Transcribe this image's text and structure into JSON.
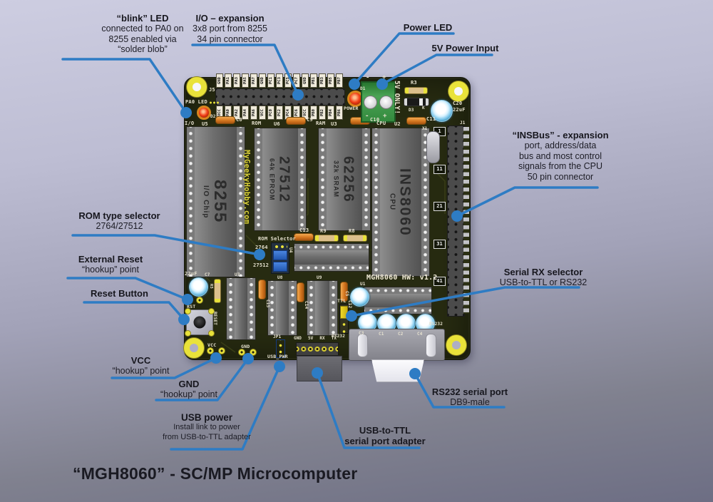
{
  "title": "“MGH8060” - SC/MP Microcomputer",
  "colors": {
    "leader_blue": "#2e7cc4",
    "board_green": "#272b11",
    "silk_yellow": "#ded43a"
  },
  "callouts": {
    "blink_led": {
      "l1": "“blink” LED",
      "l2": "connected to PA0 on",
      "l3": "8255 enabled via",
      "l4": "“solder blob”"
    },
    "io_expansion": {
      "l1": "I/O – expansion",
      "l2": "3x8 port from 8255",
      "l3": "34 pin connector"
    },
    "power_led": {
      "l1": "Power LED"
    },
    "power_input": {
      "l1": "5V Power Input"
    },
    "insbus": {
      "l1": "“INSBus” - expansion",
      "l2": "port, address/data",
      "l3": "bus and most control",
      "l4": "signals from the CPU",
      "l5": "50 pin connector"
    },
    "rom_selector": {
      "l1": "ROM type selector",
      "l2": "2764/27512"
    },
    "external_reset": {
      "l1": "External Reset",
      "l2": "“hookup” point"
    },
    "reset_button": {
      "l1": "Reset Button"
    },
    "serial_rx": {
      "l1": "Serial RX selector",
      "l2": "USB-to-TTL or RS232"
    },
    "vcc": {
      "l1": "VCC",
      "l2": "“hookup” point"
    },
    "gnd": {
      "l1": "GND",
      "l2": "“hookup” point"
    },
    "usb_power": {
      "l1": "USB power",
      "l2": "Install link to power",
      "l3": "from USB-to-TTL adapter"
    },
    "usb_ttl": {
      "l1": "USB-to-TTL",
      "l2": "serial port adapter"
    },
    "rs232_port": {
      "l1": "RS232 serial port",
      "l2": "DB9-male"
    }
  },
  "board": {
    "chips": [
      {
        "ref": "U5",
        "part": "8255",
        "desc": "I/O Chip"
      },
      {
        "ref": "U6",
        "part": "27512",
        "desc": "64k EPROM"
      },
      {
        "ref": "U3",
        "part": "62256",
        "desc": "32k SRAM"
      },
      {
        "ref": "U2",
        "part": "INS8060",
        "desc": "CPU"
      }
    ],
    "io_header": {
      "top": [
        "GND",
        "PA1",
        "PA3",
        "PA5",
        "PA7",
        "GND",
        "PC1",
        "PC3",
        "PC5",
        "PC7",
        "GND",
        "PB1",
        "PB3",
        "PB5",
        "PB7"
      ],
      "bottom": [
        "VCC",
        "PA0",
        "PA2",
        "PA4",
        "PA6",
        "VCC",
        "PC0",
        "PC2",
        "PC4",
        "PC6",
        "VCC",
        "PB0",
        "PB2",
        "PB4",
        "PB6"
      ]
    },
    "insbus_rows": [
      "1",
      "11",
      "21",
      "31",
      "41"
    ],
    "serial_labels": [
      "GND",
      "5V",
      "RX",
      "TX"
    ],
    "refs": {
      "j5": "J5",
      "pa0_led": "PA0 LED",
      "d2": "D2",
      "io": "I/O",
      "u5": "U5",
      "c8": "C8",
      "rom": "ROM",
      "u6": "U6",
      "c9": "C9",
      "ram": "RAM",
      "u3": "U3",
      "c10": "C10",
      "cpu": "CPU",
      "u2": "U2",
      "c11": "C11",
      "x1": "X1",
      "j1": "J1",
      "d1": "D1",
      "power": "POWER",
      "minus": "-",
      "plus": "+",
      "five_v_only": "5V ONLY!",
      "r3": "R3",
      "d3": "D3",
      "k": "K",
      "c20": "C20",
      "c20_val": "22uF",
      "mygeekyhobby": "MyGeekyHobby.com",
      "insbus": "INSBus",
      "rom_selector": "ROM Selector",
      "sel_2764": "2764",
      "sel_27512": "27512",
      "u4": "U4",
      "c13": "C13",
      "r9": "R9",
      "r8": "R8",
      "hw_rev": "MGH8060  HW: v1.2",
      "c7_val": "22uF",
      "c7": "C7",
      "r5": "R5",
      "rst": "RST",
      "reset": "RESET",
      "u7": "U7",
      "c15": "C15",
      "u8": "U8",
      "c14": "C14",
      "u9": "U9",
      "c12": "C12",
      "ttl": "TTL",
      "rs232_jumper": "RS232",
      "c5": "C5",
      "u1": "U1",
      "c3": "C3",
      "c1": "C1",
      "c2": "C2",
      "c4": "C4",
      "rs232_silk": "RS232",
      "vcc": "VCC",
      "gnd": "GND",
      "jp1": "JP1",
      "usb_pwr": "USB_PWR"
    }
  }
}
